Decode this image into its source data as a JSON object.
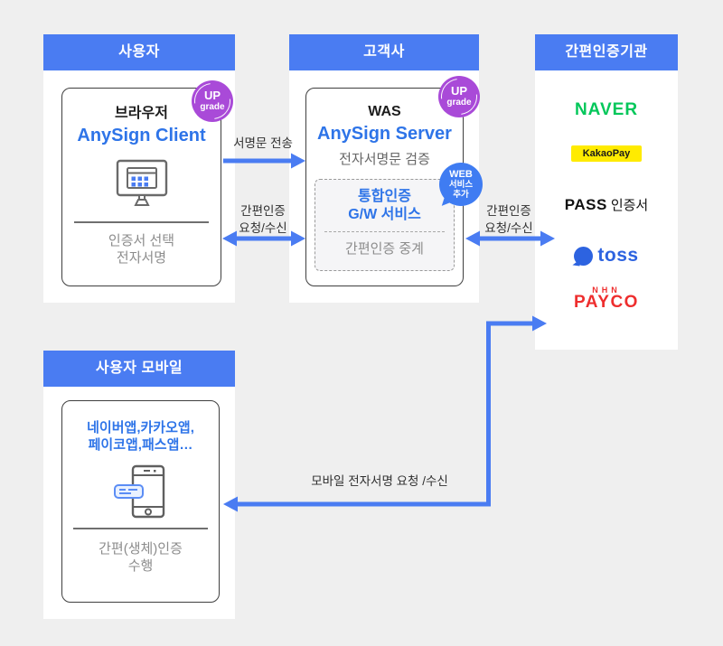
{
  "colors": {
    "accent_blue": "#4a7cf2",
    "brand_blue_text": "#2e74e8",
    "upgrade_badge_purple": "#a94ad8",
    "web_badge_blue": "#3f7cf2",
    "naver_green": "#03c75a",
    "kakao_yellow": "#ffeb00",
    "toss_blue": "#2d63e0",
    "payco_red": "#ee2e2e",
    "muted_gray_text": "#8c8c8c"
  },
  "badges": {
    "upgrade": {
      "line1": "UP",
      "line2": "grade"
    },
    "web": {
      "line1": "WEB",
      "line2": "서비스",
      "line3": "추가"
    }
  },
  "panels": {
    "user": {
      "header": "사용자",
      "title": "브라우저",
      "brand": "AnySign Client",
      "footer_line1": "인증서 선택",
      "footer_line2": "전자서명"
    },
    "customer": {
      "header": "고객사",
      "title": "WAS",
      "brand": "AnySign Server",
      "desc": "전자서명문 검증",
      "gateway_line1": "통합인증",
      "gateway_line2": "G/W 서비스",
      "gateway_relay": "간편인증 중계"
    },
    "provider": {
      "header": "간편인증기관",
      "logos": {
        "naver": "NAVER",
        "kakao_part1": "Kakao",
        "kakao_part2": "Pay",
        "pass_brand": "PASS",
        "pass_suffix": "인증서",
        "toss": "toss",
        "payco_company": "NHN",
        "payco_brand": "PAYCO"
      }
    },
    "mobile": {
      "header": "사용자 모바일",
      "apps_line1": "네이버앱,카카오앱,",
      "apps_line2": "페이코앱,패스앱…",
      "footer_line1": "간편(생체)인증",
      "footer_line2": "수행"
    }
  },
  "arrows": {
    "sign_send": "서명문 전송",
    "auth_left_line1": "간편인증",
    "auth_left_line2": "요청/수신",
    "auth_right_line1": "간편인증",
    "auth_right_line2": "요청/수신",
    "mobile_sign": "모바일 전자서명 요청 /수신"
  }
}
